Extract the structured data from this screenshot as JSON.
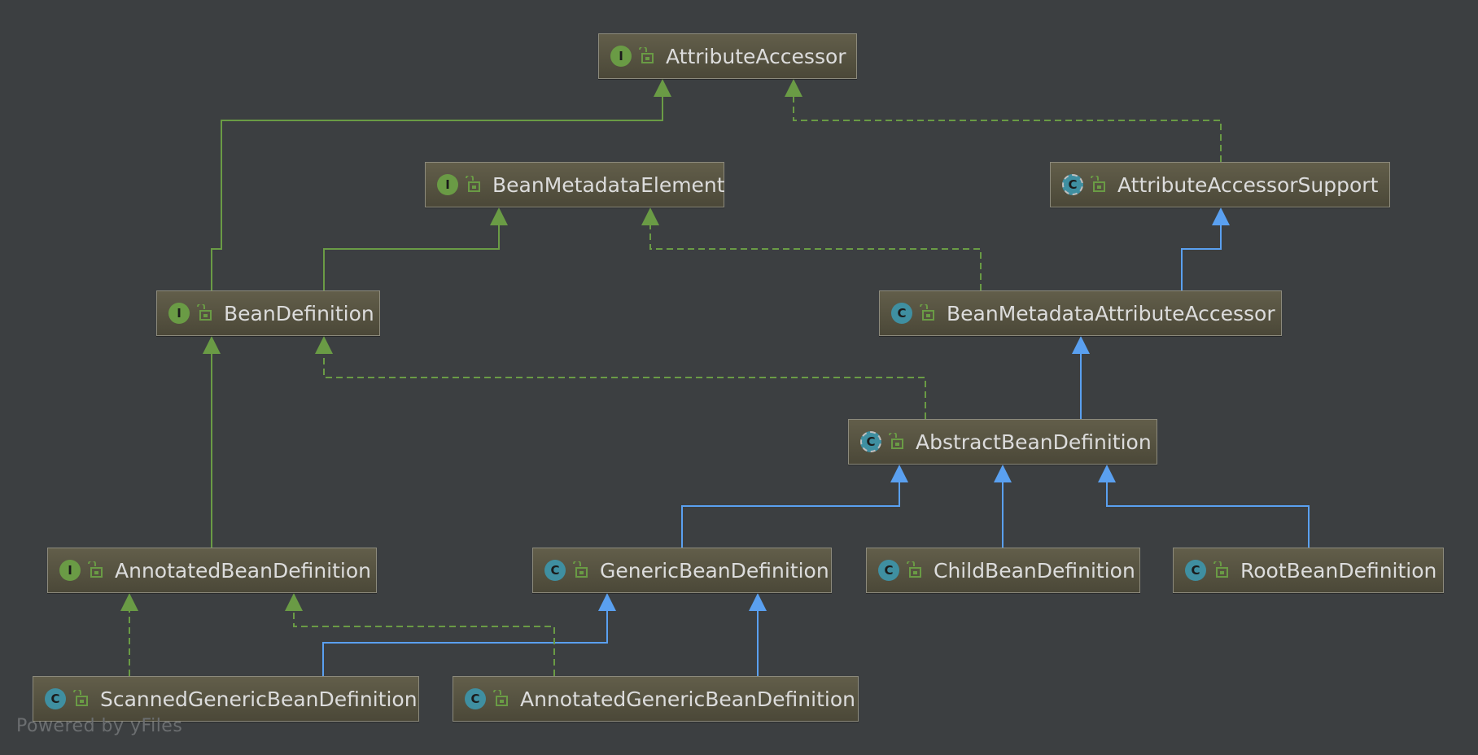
{
  "colors": {
    "background": "#3c3f41",
    "extends_interface": "#6a9b45",
    "extends_class": "#5aa0f0",
    "implements": "#6a9b45",
    "node_text": "#dcdcdc",
    "watermark": "#6b6e70"
  },
  "nodes": [
    {
      "id": "attribute_accessor",
      "name": "AttributeAccessor",
      "kind": "interface",
      "kind_letter": "I",
      "icon": "unlock-icon"
    },
    {
      "id": "bean_metadata_element",
      "name": "BeanMetadataElement",
      "kind": "interface",
      "kind_letter": "I",
      "icon": "unlock-icon"
    },
    {
      "id": "attribute_accessor_support",
      "name": "AttributeAccessorSupport",
      "kind": "abstract",
      "kind_letter": "C",
      "icon": "unlock-icon"
    },
    {
      "id": "bean_definition",
      "name": "BeanDefinition",
      "kind": "interface",
      "kind_letter": "I",
      "icon": "unlock-icon"
    },
    {
      "id": "bean_metadata_attribute_accessor",
      "name": "BeanMetadataAttributeAccessor",
      "kind": "class",
      "kind_letter": "C",
      "icon": "unlock-icon"
    },
    {
      "id": "abstract_bean_definition",
      "name": "AbstractBeanDefinition",
      "kind": "abstract",
      "kind_letter": "C",
      "icon": "unlock-icon"
    },
    {
      "id": "annotated_bean_definition",
      "name": "AnnotatedBeanDefinition",
      "kind": "interface",
      "kind_letter": "I",
      "icon": "unlock-icon"
    },
    {
      "id": "generic_bean_definition",
      "name": "GenericBeanDefinition",
      "kind": "class",
      "kind_letter": "C",
      "icon": "unlock-icon"
    },
    {
      "id": "child_bean_definition",
      "name": "ChildBeanDefinition",
      "kind": "class",
      "kind_letter": "C",
      "icon": "unlock-icon"
    },
    {
      "id": "root_bean_definition",
      "name": "RootBeanDefinition",
      "kind": "class",
      "kind_letter": "C",
      "icon": "unlock-icon"
    },
    {
      "id": "scanned_generic_bean_definition",
      "name": "ScannedGenericBeanDefinition",
      "kind": "class",
      "kind_letter": "C",
      "icon": "unlock-icon"
    },
    {
      "id": "annotated_generic_bean_definition",
      "name": "AnnotatedGenericBeanDefinition",
      "kind": "class",
      "kind_letter": "C",
      "icon": "unlock-icon"
    }
  ],
  "edges": [
    {
      "from": "bean_definition",
      "to": "attribute_accessor",
      "type": "extends-interface"
    },
    {
      "from": "bean_definition",
      "to": "bean_metadata_element",
      "type": "extends-interface"
    },
    {
      "from": "attribute_accessor_support",
      "to": "attribute_accessor",
      "type": "implements"
    },
    {
      "from": "bean_metadata_attribute_accessor",
      "to": "bean_metadata_element",
      "type": "implements"
    },
    {
      "from": "bean_metadata_attribute_accessor",
      "to": "attribute_accessor_support",
      "type": "extends-class"
    },
    {
      "from": "abstract_bean_definition",
      "to": "bean_definition",
      "type": "implements"
    },
    {
      "from": "abstract_bean_definition",
      "to": "bean_metadata_attribute_accessor",
      "type": "extends-class"
    },
    {
      "from": "annotated_bean_definition",
      "to": "bean_definition",
      "type": "extends-interface"
    },
    {
      "from": "generic_bean_definition",
      "to": "abstract_bean_definition",
      "type": "extends-class"
    },
    {
      "from": "child_bean_definition",
      "to": "abstract_bean_definition",
      "type": "extends-class"
    },
    {
      "from": "root_bean_definition",
      "to": "abstract_bean_definition",
      "type": "extends-class"
    },
    {
      "from": "scanned_generic_bean_definition",
      "to": "annotated_bean_definition",
      "type": "implements"
    },
    {
      "from": "scanned_generic_bean_definition",
      "to": "generic_bean_definition",
      "type": "extends-class"
    },
    {
      "from": "annotated_generic_bean_definition",
      "to": "annotated_bean_definition",
      "type": "implements"
    },
    {
      "from": "annotated_generic_bean_definition",
      "to": "generic_bean_definition",
      "type": "extends-class"
    }
  ],
  "watermark": "Powered by yFiles"
}
